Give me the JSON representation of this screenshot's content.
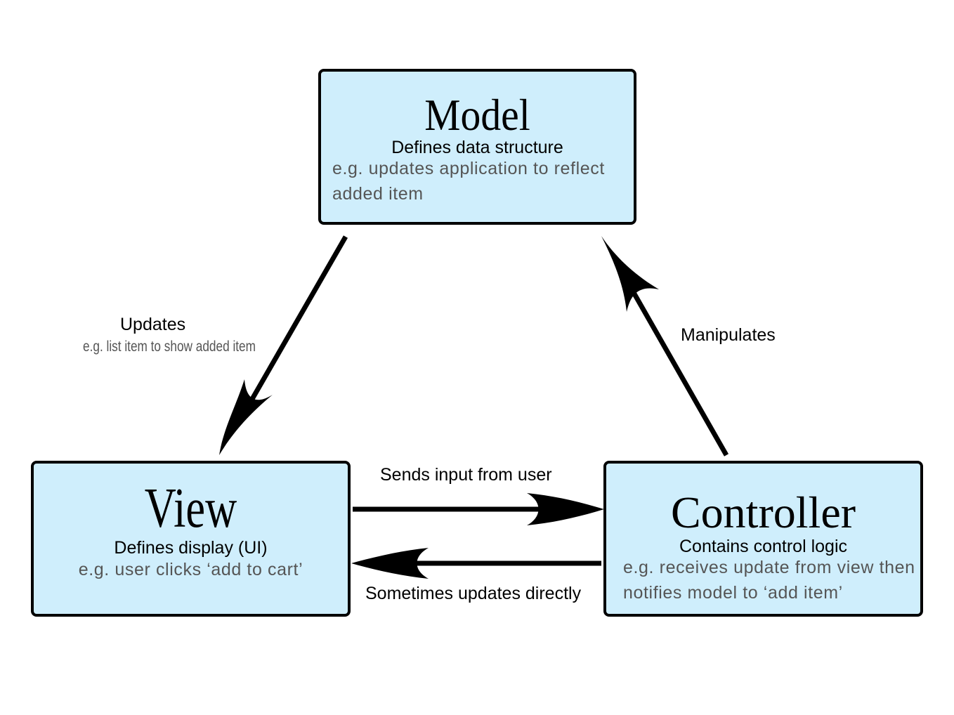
{
  "model": {
    "title": "Model",
    "subtitle": "Defines data structure",
    "example": "e.g. updates application to reflect added item"
  },
  "view": {
    "title": "View",
    "subtitle": "Defines display (UI)",
    "example": "e.g. user clicks ‘add to cart’"
  },
  "controller": {
    "title": "Controller",
    "subtitle": "Contains control logic",
    "example": "e.g. receives update from view then notifies model to ‘add item’"
  },
  "edges": {
    "model_to_view": {
      "label": "Updates",
      "example": "e.g. list item to show added item"
    },
    "controller_to_model": {
      "label": "Manipulates"
    },
    "view_to_controller": {
      "label": "Sends input from user"
    },
    "controller_to_view": {
      "label": "Sometimes updates directly"
    }
  },
  "colors": {
    "box_fill": "#cfeefc",
    "box_border": "#000000",
    "example_text": "#555555",
    "arrow": "#000000"
  }
}
